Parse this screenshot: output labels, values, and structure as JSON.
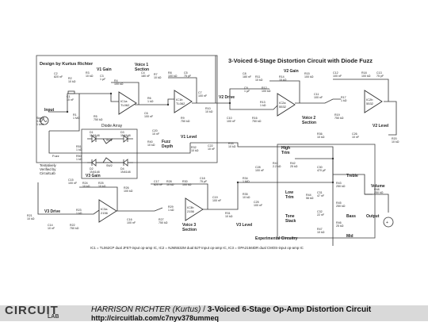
{
  "title": "3-Voiced 6-Stage Distortion Circuit with Diode Fuzz",
  "designer": "Design by Kurtus Richter",
  "notes": {
    "tentatively": "Tentatively",
    "verified": "Verified by",
    "circuitlab": "CircuitLab",
    "ic_note": "IC1 = TL062CP dual JFET-input op-amp IC, IC2 = NJM5532M dual BJT-input op-amp IC, IC3 = OPA2156IDR dual CMOS-input op-amp IC"
  },
  "sections": {
    "v1_gain": "V1 Gain",
    "voice1": "Voice 1",
    "section": "Section",
    "v2_gain": "V2 Gain",
    "v2_drive": "V2 Drive",
    "voice2": "Voice 2",
    "v2_level": "V2 Level",
    "diode_array": "Diode Array",
    "fuzz": "Fuzz",
    "depth": "Depth",
    "v1_level": "V1 Level",
    "v3_gain": "V3 Gain",
    "v3_drive": "V3 Drive",
    "voice3": "Voice 3",
    "v3_level": "V3 Level",
    "high": "High",
    "trim": "Trim",
    "low": "Low",
    "tone": "Tone",
    "stack": "Stack",
    "treble": "Treble",
    "volume": "Volume",
    "bass": "Bass",
    "mid": "Mid",
    "output": "Output",
    "experimental": "Experimental Circuitry",
    "input": "Input",
    "signal": "Signal",
    "sig_vals": [
      "0.5V",
      "1 kHz"
    ],
    "fuzz_switch": "Fuzz"
  },
  "parts": {
    "R1": [
      "R1",
      "1 MΩ"
    ],
    "C1": [
      "C1",
      "10 nF"
    ],
    "R2": [
      "R2",
      "10 kΩ"
    ],
    "C2": [
      "C2",
      "820 nF"
    ],
    "R3": [
      "R3",
      "10 kΩ"
    ],
    "C3": [
      "C3",
      "1 µF"
    ],
    "R4": [
      "R4",
      "100 kΩ"
    ],
    "R5": [
      "R5",
      "750 kΩ"
    ],
    "R6": [
      "R6",
      "1 kΩ"
    ],
    "C4": [
      "C4",
      "180 nF"
    ],
    "R7": [
      "R7",
      "10 kΩ"
    ],
    "R8": [
      "R8",
      "100 kΩ"
    ],
    "C5": [
      "C5",
      "75 pF"
    ],
    "C6": [
      "C6",
      "100 nF"
    ],
    "R9": [
      "R9",
      "750 kΩ"
    ],
    "C7": [
      "C7",
      "100 nF"
    ],
    "R10": [
      "R10",
      "10 kΩ"
    ],
    "C8": [
      "C8",
      "180 nF"
    ],
    "R11": [
      "R11",
      "10 kΩ"
    ],
    "R12": [
      "R12",
      "100 kΩ"
    ],
    "R13": [
      "R13",
      "1 kΩ"
    ],
    "C9": [
      "C9",
      "1 µF"
    ],
    "R14": [
      "R14",
      "10 kΩ"
    ],
    "R15": [
      "R15",
      "100 kΩ"
    ],
    "R16": [
      "R16",
      "750 kΩ"
    ],
    "C10": [
      "C10",
      "100 nF"
    ],
    "R17": [
      "R17",
      "1 kΩ"
    ],
    "R18": [
      "R18",
      "100 kΩ"
    ],
    "R19": [
      "R19",
      "750 kΩ"
    ],
    "C11": [
      "C11",
      "100 nF"
    ],
    "C12": [
      "C12",
      "100 nF"
    ],
    "C13": [
      "C13",
      "75 pF"
    ],
    "R20": [
      "R20",
      "10 kΩ"
    ],
    "C14": [
      "C14",
      "10 nF"
    ],
    "R21": [
      "R21",
      "10 kΩ"
    ],
    "R22": [
      "R22",
      "750 kΩ"
    ],
    "R23": [
      "R23",
      "1 kΩ"
    ],
    "C15": [
      "C15",
      "100 nF"
    ],
    "R24": [
      "R24",
      "10 kΩ"
    ],
    "R25": [
      "R25",
      "10 kΩ"
    ],
    "C16": [
      "C16",
      "100 nF"
    ],
    "R26": [
      "R26",
      "100 kΩ"
    ],
    "R27": [
      "R27",
      "750 kΩ"
    ],
    "C17": [
      "C17",
      "820 nF"
    ],
    "R28": [
      "R28",
      "10 kΩ"
    ],
    "R29": [
      "R29",
      "1 kΩ"
    ],
    "R30": [
      "R30",
      "100 kΩ"
    ],
    "C18": [
      "C18",
      "75 pF"
    ],
    "C19": [
      "C19",
      "100 nF"
    ],
    "R31": [
      "R31",
      "10 kΩ"
    ],
    "C22": [
      "C22",
      "10 nF"
    ],
    "R32": [
      "R32",
      "10 kΩ"
    ],
    "R33": [
      "R33",
      "10 kΩ"
    ],
    "R34": [
      "R34",
      "1 MΩ"
    ],
    "C25": [
      "C25",
      "100 nF"
    ],
    "R35": [
      "R35",
      "10 kΩ"
    ],
    "R36": [
      "R36",
      "10 kΩ"
    ],
    "C26": [
      "C26",
      "10 nF"
    ],
    "C28": [
      "C28",
      "100 nF"
    ],
    "R41": [
      "R41",
      "2.2 kΩ"
    ],
    "R42": [
      "R42",
      "25 kΩ"
    ],
    "C30": [
      "C30",
      "470 pF"
    ],
    "R43": [
      "R43",
      "250 kΩ"
    ],
    "C31": [
      "C31",
      "47 nF"
    ],
    "R44": [
      "R44",
      "56 kΩ"
    ],
    "R45": [
      "R45",
      "250 kΩ"
    ],
    "C32": [
      "C32",
      "22 nF"
    ],
    "R46": [
      "R46",
      "25 kΩ"
    ],
    "R47": [
      "R47",
      "10 kΩ"
    ],
    "R48": [
      "R48",
      "250 kΩ"
    ],
    "R50": [
      "R50",
      "1 kΩ"
    ],
    "R51": [
      "R51",
      "1 kΩ"
    ],
    "R40": [
      "R40",
      "10 kΩ"
    ],
    "C20": [
      "C20",
      "10 nF"
    ],
    "D1": [
      "D1",
      "1N4148"
    ],
    "D2": [
      "D2",
      "1N4148"
    ],
    "D3": [
      "D3",
      "1N4148"
    ],
    "D4": [
      "D4",
      "1N4148"
    ],
    "SW1": [
      "SW1"
    ],
    "SW2": [
      "SW2"
    ]
  },
  "ics": {
    "IC1a": [
      "IC1a",
      "TL062"
    ],
    "IC1b": [
      "IC1b",
      "TL062"
    ],
    "IC2a": [
      "IC2a",
      "5532"
    ],
    "IC2b": [
      "IC2b",
      "5532"
    ],
    "IC3a": [
      "IC3a",
      "2156"
    ],
    "IC3b": [
      "IC3b",
      "2156"
    ]
  },
  "footer": {
    "logo_main": "CIRCUIT",
    "logo_sub": "LAB",
    "author": "HARRISON RICHTER (Kurtus)",
    "separator": " / ",
    "circuit_name": "3-Voiced 6-Stage Op-Amp Distortion Circuit",
    "url": "http://circuitlab.com/c7nyv378ummeq"
  }
}
